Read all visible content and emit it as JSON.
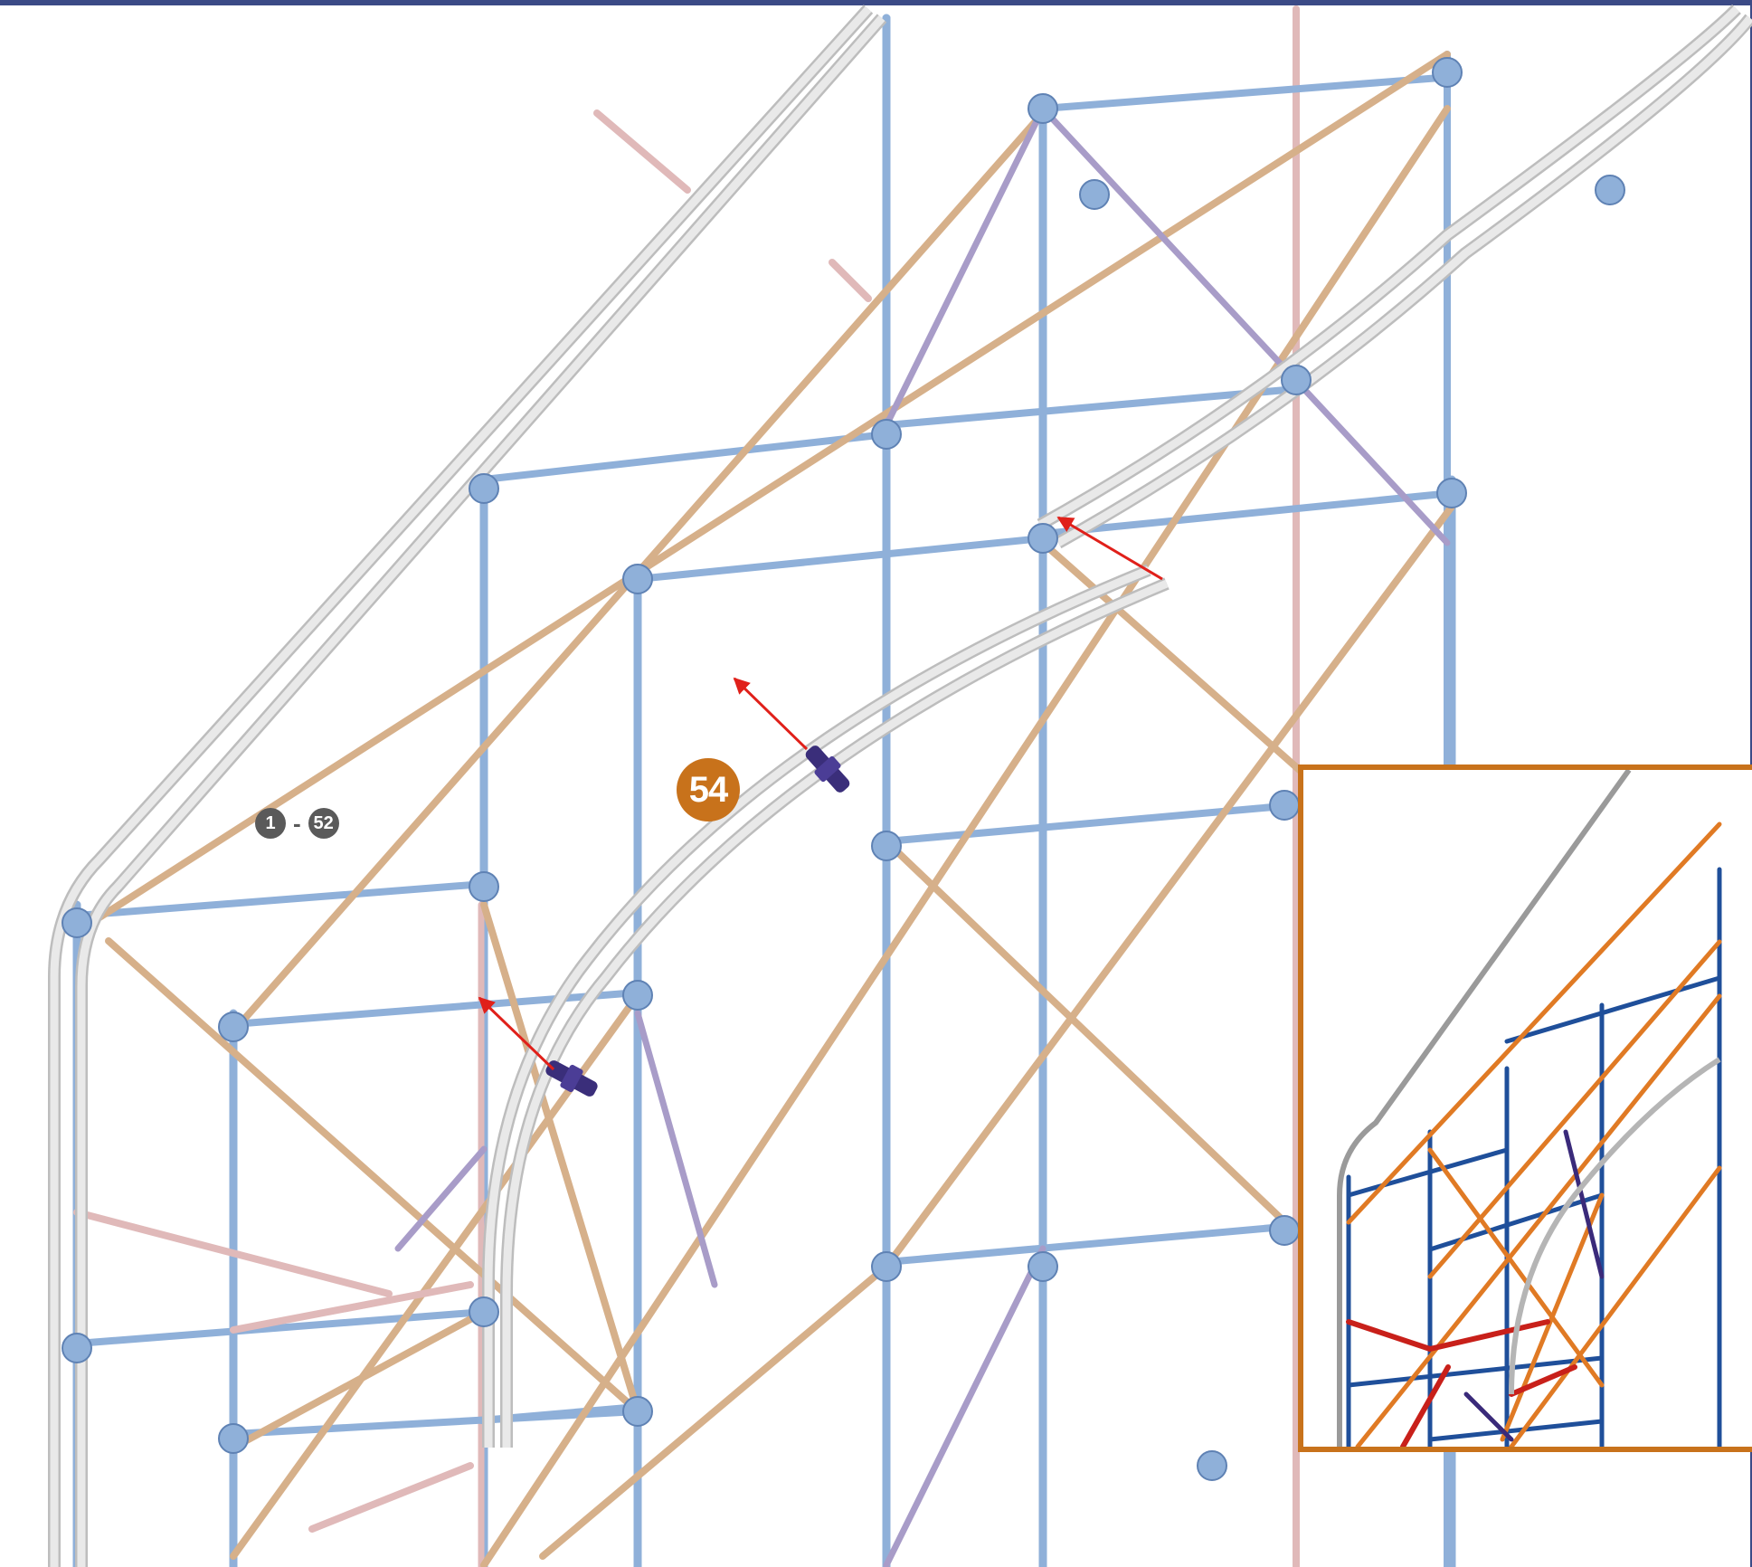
{
  "step": {
    "number": "54",
    "range_start": "1",
    "range_separator": "-",
    "range_end": "52"
  },
  "colors": {
    "page_border": "#3b4a86",
    "step_badge": "#c8721b",
    "range_badge": "#5a5a5a",
    "inset_border": "#c8721b",
    "rod_blue": "#8fb0d9",
    "rod_tan": "#d6b08a",
    "rod_pink": "#e0b9b9",
    "rod_purple": "#a89cc8",
    "track_white": "#e9e9e9",
    "arrow_red": "#e0201a",
    "connector_purple": "#3a2e7a",
    "inset_blue": "#1f4f9a",
    "inset_orange": "#e07a24",
    "inset_red": "#c8201a"
  },
  "icons": {
    "new_part": "purple-clip-connector-icon",
    "arrow": "red-insertion-arrow-icon"
  }
}
